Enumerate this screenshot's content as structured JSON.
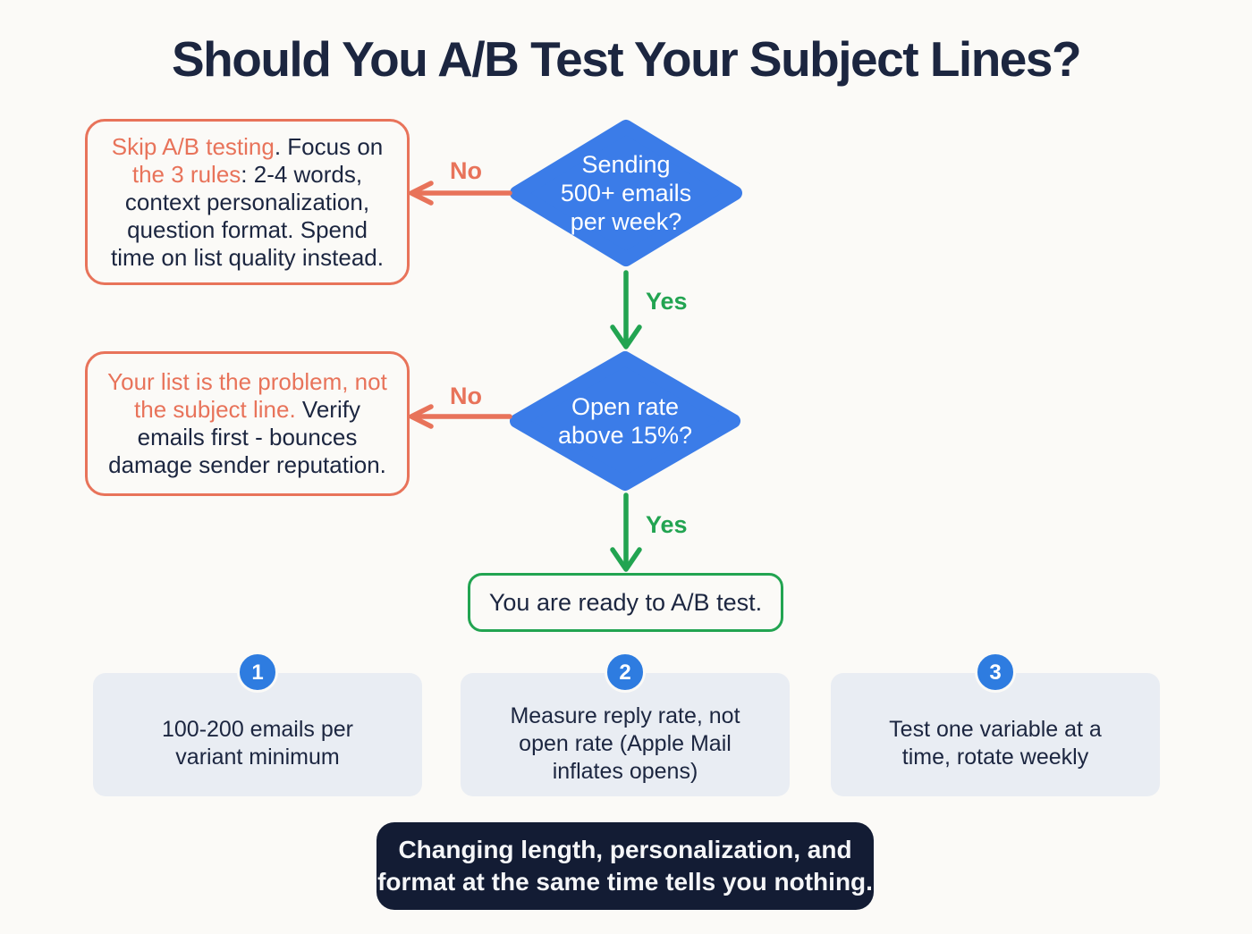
{
  "colors": {
    "background": "#fbfaf7",
    "navy": "#1c2640",
    "blue": "#3b7ce8",
    "orange": "#e8735a",
    "green": "#22a451",
    "card_bg": "#e9edf3",
    "footer_bg": "#131c34",
    "badge_blue": "#2e7ce0"
  },
  "title": "Should You A/B Test Your Subject Lines?",
  "flow": {
    "decision1": {
      "label": "Sending\n500+ emails\nper week?"
    },
    "decision2": {
      "label": "Open rate\nabove 15%?"
    },
    "no_label": "No",
    "yes_label": "Yes",
    "callout1": {
      "segments": [
        {
          "text": "Skip A/B testing",
          "highlight": true
        },
        {
          "text": ". Focus on ",
          "highlight": false
        },
        {
          "text": "the 3 rules",
          "highlight": true
        },
        {
          "text": ": 2-4 words, context personalization, question format. Spend time on list quality instead.",
          "highlight": false
        }
      ]
    },
    "callout2": {
      "segments": [
        {
          "text": "Your list is the problem, not the subject line.",
          "highlight": true
        },
        {
          "text": " Verify emails first - bounces damage sender reputation.",
          "highlight": false
        }
      ]
    },
    "success": {
      "label": "You are ready to A/B test."
    }
  },
  "cards": [
    {
      "number": "1",
      "text": "100-200 emails per\nvariant minimum"
    },
    {
      "number": "2",
      "text": "Measure reply rate, not\nopen rate (Apple Mail\ninflates opens)"
    },
    {
      "number": "3",
      "text": "Test one variable at a\ntime, rotate weekly"
    }
  ],
  "footer": {
    "text": "Changing length, personalization, and\nformat at the same time tells you nothing."
  }
}
